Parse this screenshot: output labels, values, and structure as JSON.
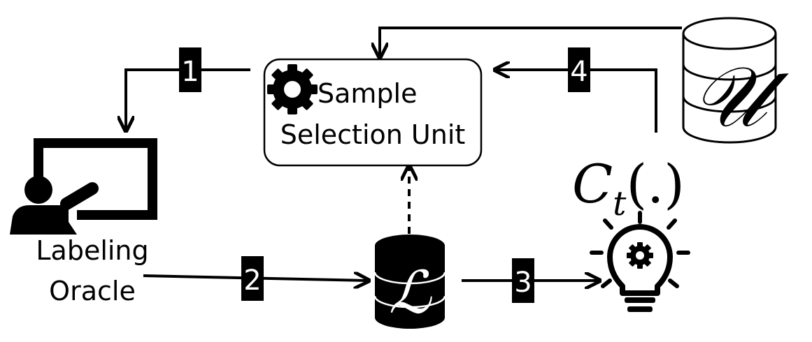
{
  "selection_unit": {
    "line1": "Sample",
    "line2": "Selection Unit",
    "icon": "gear-icon"
  },
  "oracle": {
    "line1": "Labeling",
    "line2": "Oracle",
    "icon": "teacher-at-board-icon"
  },
  "unlabeled_db": {
    "symbol": "𝒰",
    "icon": "database-icon"
  },
  "labeled_db": {
    "symbol": "ℒ",
    "icon": "database-icon"
  },
  "classifier": {
    "label_main": "C",
    "label_sub": "t",
    "label_args": "(.)",
    "icon": "lightbulb-gear-icon"
  },
  "steps": {
    "s1": "1",
    "s2": "2",
    "s3": "3",
    "s4": "4"
  }
}
